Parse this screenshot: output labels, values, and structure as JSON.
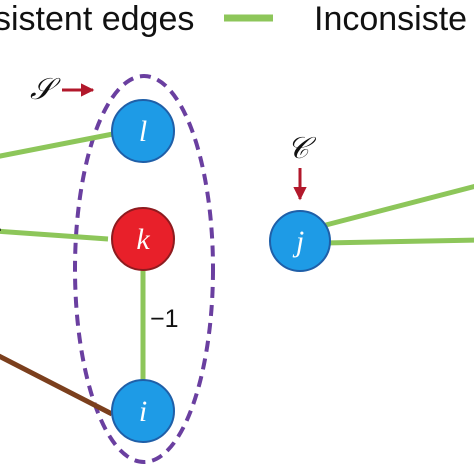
{
  "legend": {
    "consistent_text": "sistent edges",
    "inconsistent_text": "Inconsiste"
  },
  "sets": {
    "s_label": "𝒮",
    "c_label": "𝒞"
  },
  "nodes": {
    "l": "l",
    "k": "k",
    "i": "i",
    "j": "j"
  },
  "edge_weight": "−1",
  "colors": {
    "consistent_edge": "#8DC65A",
    "inconsistent_edge": "#7B3F1D",
    "blue_node": "#1E9BE6",
    "red_node": "#E8202A",
    "set_border": "#6A3FA0",
    "pointer_arrow": "#B2182B"
  }
}
